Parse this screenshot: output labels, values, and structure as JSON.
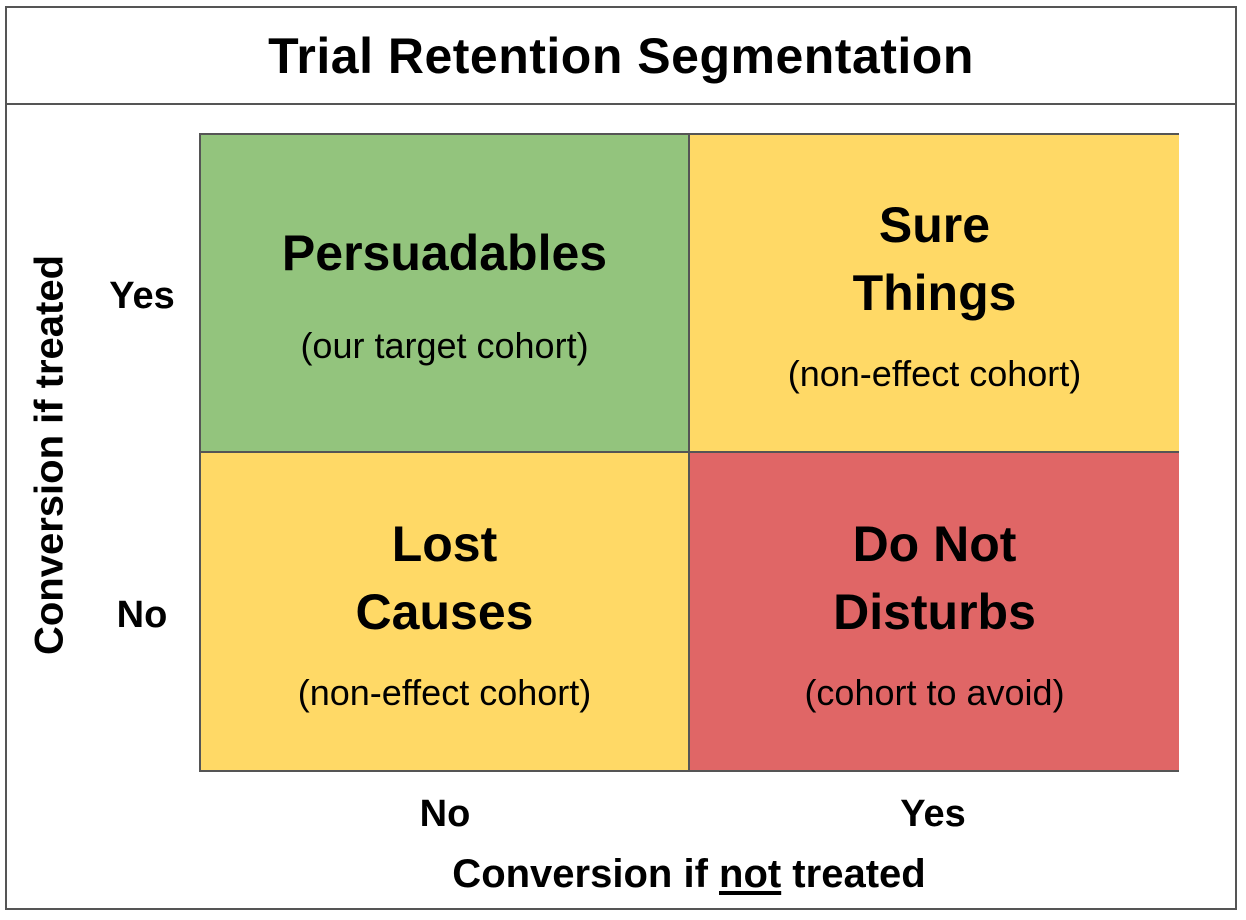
{
  "title": "Trial Retention Segmentation",
  "colors": {
    "green": "#93c47d",
    "yellow": "#ffd966",
    "red": "#e06666",
    "border": "#555555"
  },
  "y_axis": {
    "title": "Conversion if treated",
    "labels": [
      "Yes",
      "No"
    ]
  },
  "x_axis": {
    "title_before": "Conversion if ",
    "title_underlined": "not",
    "title_after": " treated",
    "labels": [
      "No",
      "Yes"
    ]
  },
  "quadrants": {
    "top_left": {
      "name": "Persuadables",
      "subtitle": "(our target cohort)",
      "color": "#93c47d"
    },
    "top_right": {
      "name": "Sure\nThings",
      "subtitle": "(non-effect cohort)",
      "color": "#ffd966"
    },
    "bottom_left": {
      "name": "Lost\nCauses",
      "subtitle": "(non-effect cohort)",
      "color": "#ffd966"
    },
    "bottom_right": {
      "name": "Do Not\nDisturbs",
      "subtitle": "(cohort to avoid)",
      "color": "#e06666"
    }
  }
}
